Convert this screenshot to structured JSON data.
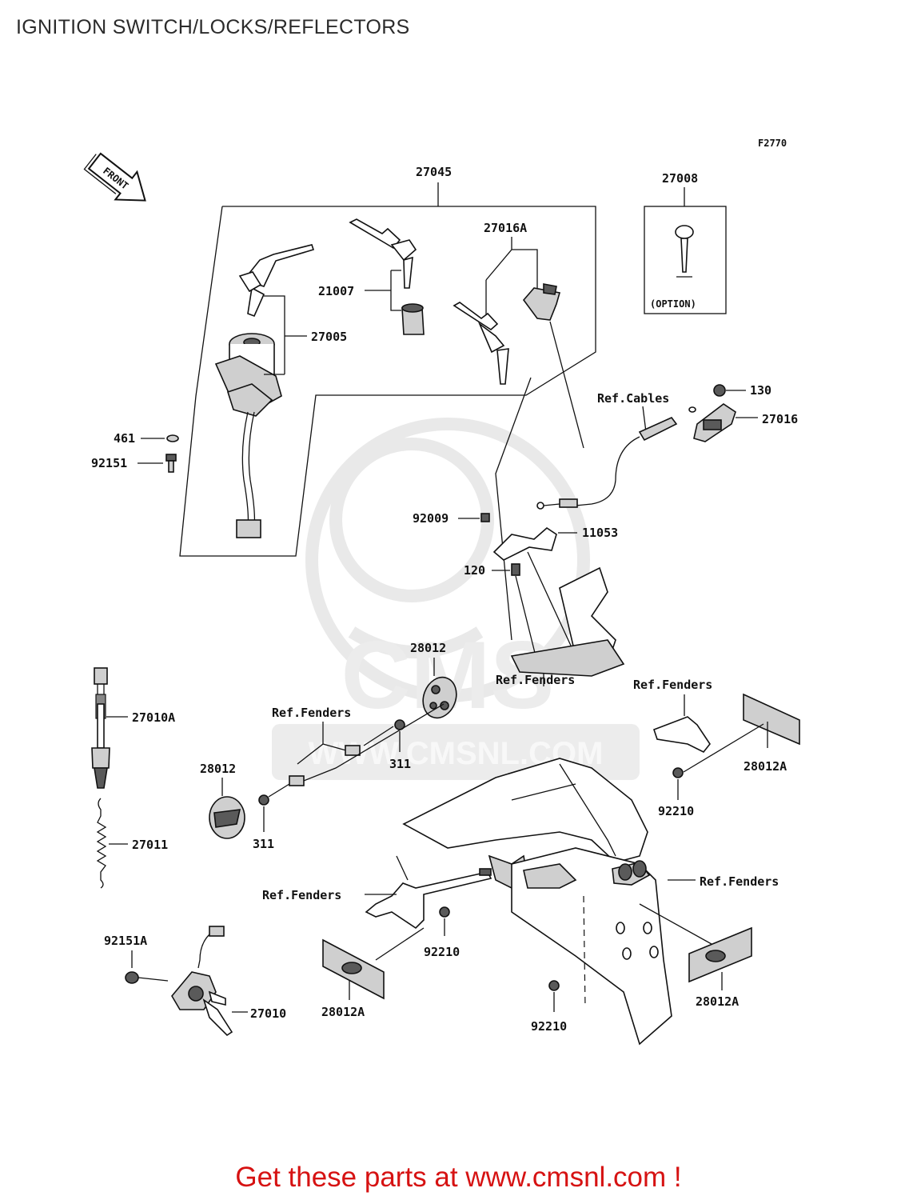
{
  "page": {
    "title": "IGNITION SWITCH/LOCKS/REFLECTORS"
  },
  "diagram": {
    "figure_code": "F2770",
    "front_arrow": "FRONT",
    "watermark": {
      "logo": "CMS",
      "url": "WWW.CMSNL.COM"
    },
    "labels": {
      "p27045": "27045",
      "p27008": "27008",
      "option": "(OPTION)",
      "p27016A": "27016A",
      "p21007": "21007",
      "p27005": "27005",
      "p461": "461",
      "p92151": "92151",
      "p130": "130",
      "ref_cables": "Ref.Cables",
      "p27016": "27016",
      "p92009": "92009",
      "p11053": "11053",
      "p120": "120",
      "p28012_top": "28012",
      "ref_fenders_center": "Ref.Fenders",
      "ref_fenders_right_top": "Ref.Fenders",
      "p27010A": "27010A",
      "ref_fenders_left": "Ref.Fenders",
      "p311_top": "311",
      "p28012_left": "28012",
      "p28012A_right_top": "28012A",
      "p92210_right": "92210",
      "p311_bottom": "311",
      "p27011": "27011",
      "ref_fenders_right": "Ref.Fenders",
      "ref_fenders_bottom": "Ref.Fenders",
      "p92151A": "92151A",
      "p92210_center": "92210",
      "p27010": "27010",
      "p28012A_left": "28012A",
      "p92210_bottom": "92210",
      "p28012A_right": "28012A"
    }
  },
  "footer": {
    "text": "Get these parts at www.cmsnl.com !"
  }
}
